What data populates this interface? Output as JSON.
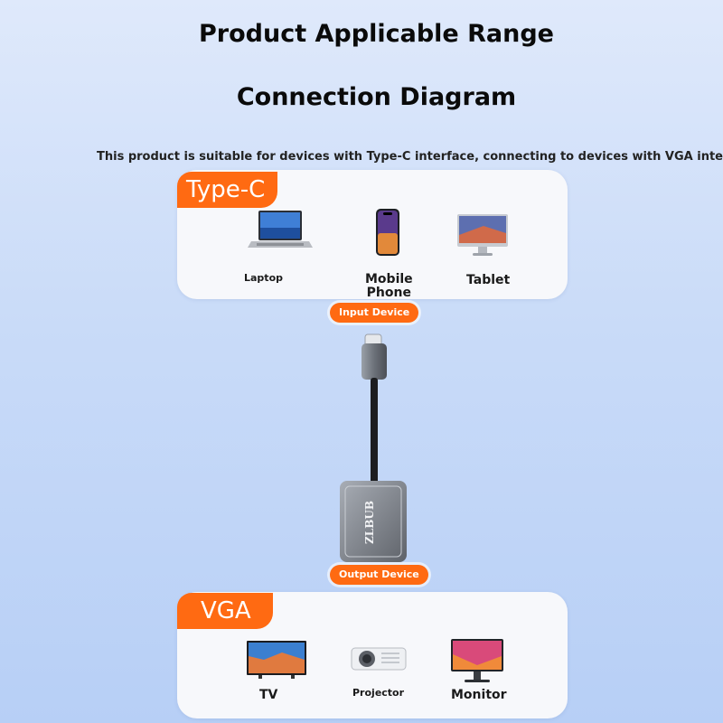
{
  "header": {
    "title": "Product Applicable Range",
    "subtitle_heading": "Connection Diagram",
    "description": "This product is suitable for devices with Type-C interface, connecting to devices with VGA interf"
  },
  "input_section": {
    "tag": "Type-C",
    "devices": [
      {
        "label": "Laptop",
        "icon": "laptop-icon"
      },
      {
        "label": "Mobile\nPhone",
        "icon": "phone-icon"
      },
      {
        "label": "Tablet",
        "icon": "tablet-icon"
      }
    ]
  },
  "adapter": {
    "input_label": "Input Device",
    "output_label": "Output Device",
    "brand": "ZLBUB"
  },
  "output_section": {
    "tag": "VGA",
    "devices": [
      {
        "label": "TV",
        "icon": "tv-icon"
      },
      {
        "label": "Projector",
        "icon": "projector-icon"
      },
      {
        "label": "Monitor",
        "icon": "monitor-icon"
      }
    ]
  },
  "colors": {
    "accent": "#ff6a12",
    "panel": "#f7f8fb",
    "background": "#c9dbf8"
  }
}
